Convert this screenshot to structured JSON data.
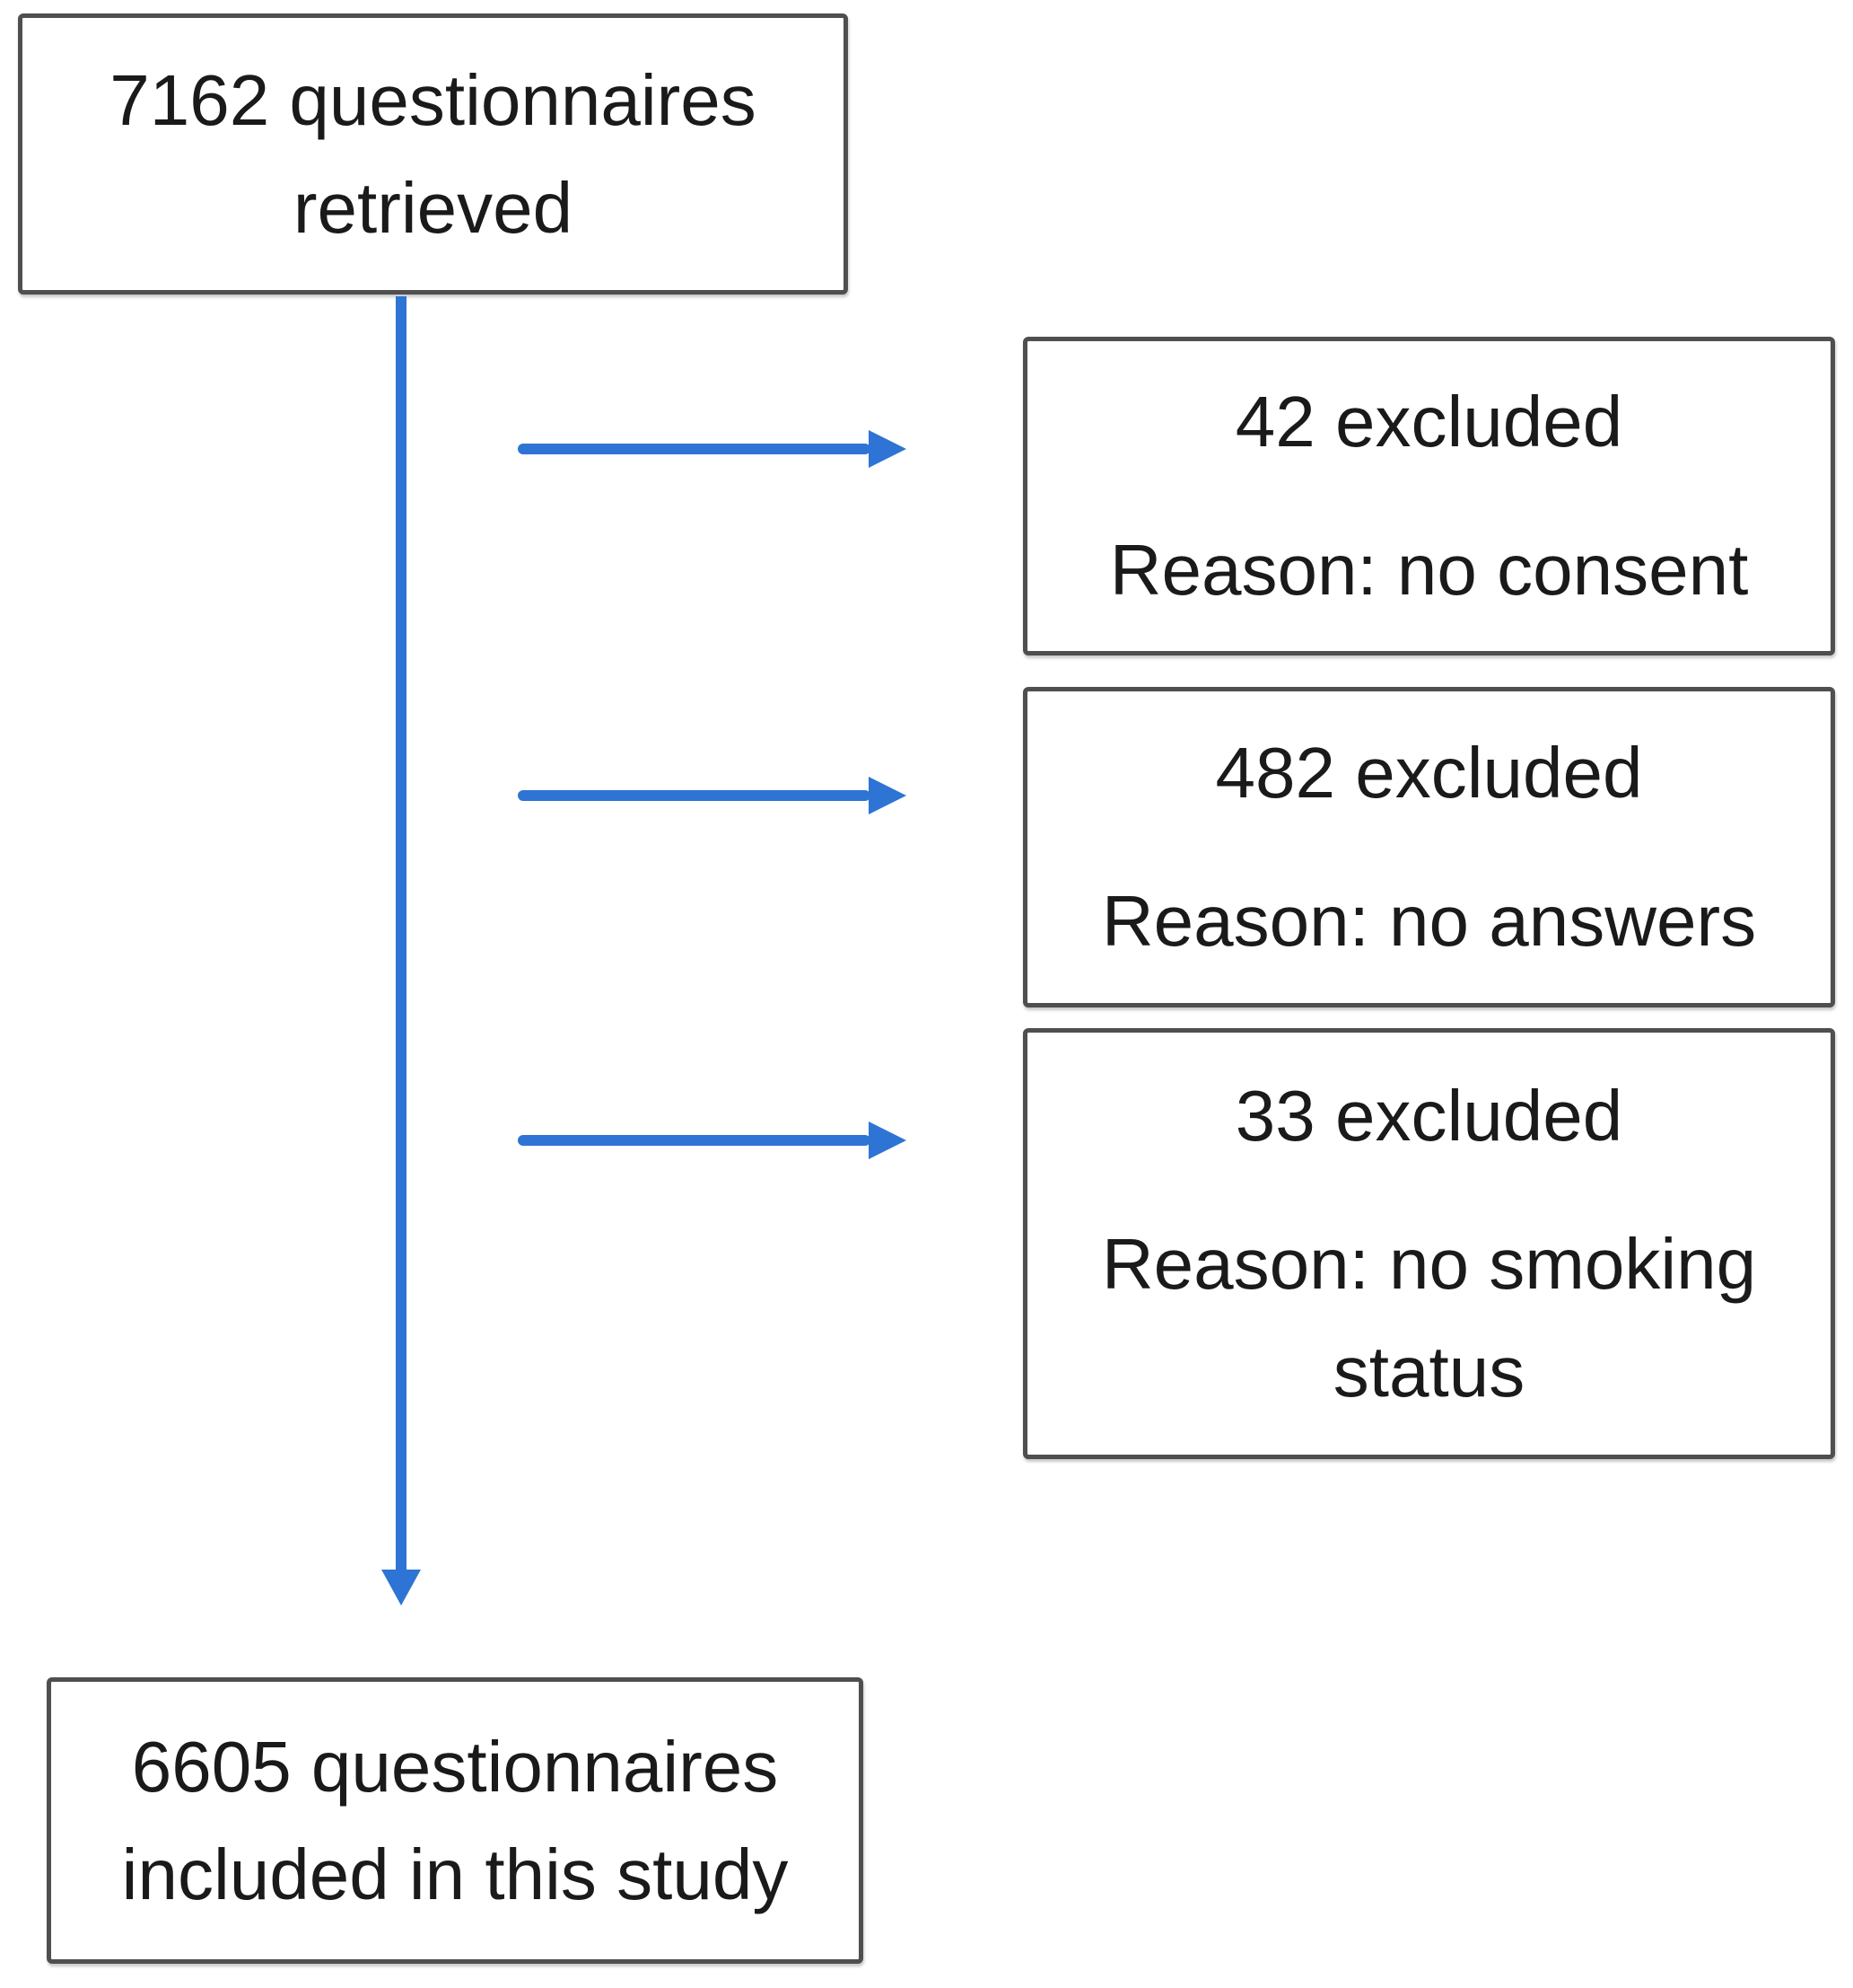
{
  "flowchart": {
    "source_box": {
      "line1": "7162 questionnaires",
      "line2": "retrieved"
    },
    "exclusion_boxes": [
      {
        "count": "42 excluded",
        "reason": "Reason: no consent"
      },
      {
        "count": "482 excluded",
        "reason": "Reason: no answers"
      },
      {
        "count": "33 excluded",
        "reason": "Reason: no smoking status"
      }
    ],
    "final_box": {
      "line1": "6605 questionnaires",
      "line2": "included in this study"
    }
  },
  "colors": {
    "arrow": "#2E74D4",
    "box_border": "#4F4F4F",
    "box_fill": "#FFFFFF",
    "text": "#1A1A1A",
    "background": "#FFFFFF"
  }
}
